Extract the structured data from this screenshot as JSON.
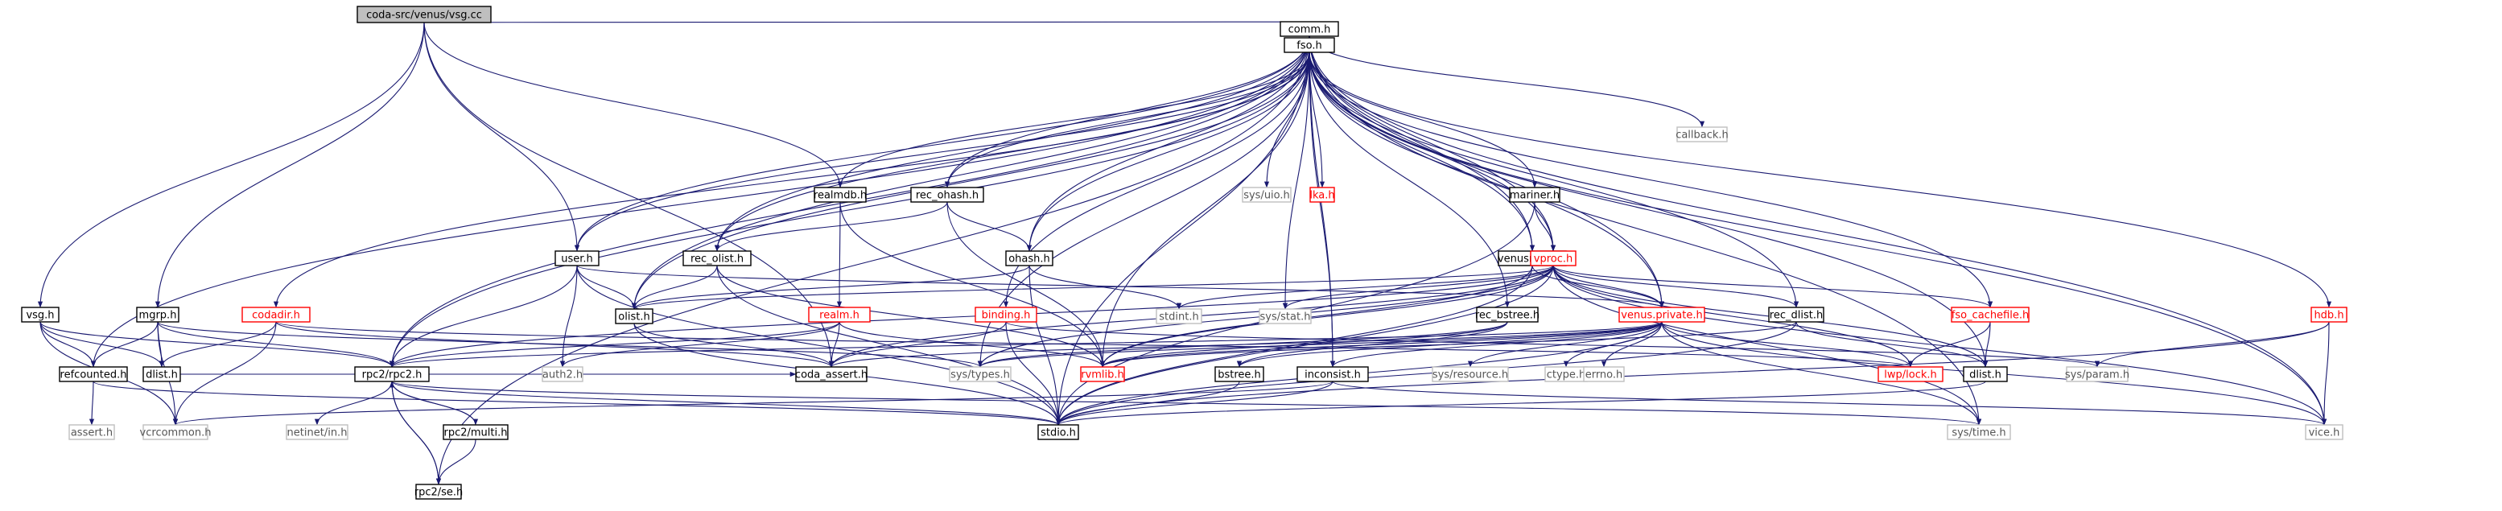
{
  "graph": {
    "colors": {
      "edge": "#191970",
      "border_normal": "#000000",
      "border_partial": "#ff0000",
      "border_external": "#bfbfbf",
      "root_fill": "#bfbfbf",
      "text_normal": "#000000",
      "text_partial": "#ff0000",
      "text_external": "#555555"
    },
    "nodes": [
      {
        "id": "root",
        "label": "coda-src/venus/vsg.cc",
        "kind": "root"
      },
      {
        "id": "comm",
        "label": "comm.h",
        "kind": "normal"
      },
      {
        "id": "fso",
        "label": "fso.h",
        "kind": "normal"
      },
      {
        "id": "callback",
        "label": "callback.h",
        "kind": "external"
      },
      {
        "id": "sysuio",
        "label": "sys/uio.h",
        "kind": "external"
      },
      {
        "id": "lka",
        "label": "lka.h",
        "kind": "partial"
      },
      {
        "id": "realmdb",
        "label": "realmdb.h",
        "kind": "normal"
      },
      {
        "id": "rec_ohash",
        "label": "rec_ohash.h",
        "kind": "normal"
      },
      {
        "id": "mariner",
        "label": "mariner.h",
        "kind": "normal"
      },
      {
        "id": "user",
        "label": "user.h",
        "kind": "normal"
      },
      {
        "id": "rec_olist",
        "label": "rec_olist.h",
        "kind": "normal"
      },
      {
        "id": "ohash",
        "label": "ohash.h",
        "kind": "normal"
      },
      {
        "id": "venusrecov",
        "label": "venusrecov.h",
        "kind": "normal"
      },
      {
        "id": "vproc",
        "label": "vproc.h",
        "kind": "partial"
      },
      {
        "id": "vsg",
        "label": "vsg.h",
        "kind": "normal"
      },
      {
        "id": "mgrp",
        "label": "mgrp.h",
        "kind": "normal"
      },
      {
        "id": "codadir",
        "label": "codadir.h",
        "kind": "partial"
      },
      {
        "id": "realm",
        "label": "realm.h",
        "kind": "partial"
      },
      {
        "id": "binding",
        "label": "binding.h",
        "kind": "partial"
      },
      {
        "id": "olist",
        "label": "olist.h",
        "kind": "normal"
      },
      {
        "id": "stdint",
        "label": "stdint.h",
        "kind": "external"
      },
      {
        "id": "sysstat",
        "label": "sys/stat.h",
        "kind": "external"
      },
      {
        "id": "rec_bstree",
        "label": "rec_bstree.h",
        "kind": "normal"
      },
      {
        "id": "venus_private",
        "label": "venus.private.h",
        "kind": "partial"
      },
      {
        "id": "rec_dlist",
        "label": "rec_dlist.h",
        "kind": "normal"
      },
      {
        "id": "fso_cachefile",
        "label": "fso_cachefile.h",
        "kind": "partial"
      },
      {
        "id": "hdb",
        "label": "hdb.h",
        "kind": "partial"
      },
      {
        "id": "refcounted",
        "label": "refcounted.h",
        "kind": "normal"
      },
      {
        "id": "dlist",
        "label": "dlist.h",
        "kind": "normal"
      },
      {
        "id": "rpc2",
        "label": "rpc2/rpc2.h",
        "kind": "normal"
      },
      {
        "id": "auth2",
        "label": "auth2.h",
        "kind": "external"
      },
      {
        "id": "coda_assert",
        "label": "coda_assert.h",
        "kind": "normal"
      },
      {
        "id": "systypes",
        "label": "sys/types.h",
        "kind": "external"
      },
      {
        "id": "rvmlib",
        "label": "rvmlib.h",
        "kind": "partial"
      },
      {
        "id": "bstree",
        "label": "bstree.h",
        "kind": "normal"
      },
      {
        "id": "inconsist",
        "label": "inconsist.h",
        "kind": "normal"
      },
      {
        "id": "sysresource",
        "label": "sys/resource.h",
        "kind": "external"
      },
      {
        "id": "ctype",
        "label": "ctype.h",
        "kind": "external"
      },
      {
        "id": "errno",
        "label": "errno.h",
        "kind": "external"
      },
      {
        "id": "lwplock",
        "label": "lwp/lock.h",
        "kind": "partial"
      },
      {
        "id": "dlist2",
        "label": "dlist.h",
        "kind": "normal"
      },
      {
        "id": "sysparam",
        "label": "sys/param.h",
        "kind": "external"
      },
      {
        "id": "assert",
        "label": "assert.h",
        "kind": "external"
      },
      {
        "id": "vcrcommon",
        "label": "vcrcommon.h",
        "kind": "external"
      },
      {
        "id": "netinet",
        "label": "netinet/in.h",
        "kind": "external"
      },
      {
        "id": "multi",
        "label": "rpc2/multi.h",
        "kind": "normal"
      },
      {
        "id": "stdio",
        "label": "stdio.h",
        "kind": "normal"
      },
      {
        "id": "systime",
        "label": "sys/time.h",
        "kind": "external"
      },
      {
        "id": "vice",
        "label": "vice.h",
        "kind": "external"
      },
      {
        "id": "se",
        "label": "rpc2/se.h",
        "kind": "normal"
      }
    ],
    "edges": [
      [
        "root",
        "comm"
      ],
      [
        "root",
        "vsg"
      ],
      [
        "root",
        "mgrp"
      ],
      [
        "root",
        "user"
      ],
      [
        "root",
        "realmdb"
      ],
      [
        "root",
        "coda_assert"
      ],
      [
        "comm",
        "fso"
      ],
      [
        "comm",
        "callback"
      ],
      [
        "comm",
        "rpc2"
      ],
      [
        "comm",
        "vproc"
      ],
      [
        "comm",
        "venusrecov"
      ],
      [
        "comm",
        "ohash"
      ],
      [
        "comm",
        "rec_ohash"
      ],
      [
        "comm",
        "rec_olist"
      ],
      [
        "comm",
        "olist"
      ],
      [
        "comm",
        "refcounted"
      ],
      [
        "comm",
        "stdio"
      ],
      [
        "comm",
        "inconsist"
      ],
      [
        "comm",
        "vice"
      ],
      [
        "comm",
        "systime"
      ],
      [
        "comm",
        "se"
      ],
      [
        "comm",
        "venus_private"
      ],
      [
        "fso",
        "comm"
      ],
      [
        "fso",
        "sysuio"
      ],
      [
        "fso",
        "lka"
      ],
      [
        "fso",
        "realmdb"
      ],
      [
        "fso",
        "rec_ohash"
      ],
      [
        "fso",
        "mariner"
      ],
      [
        "fso",
        "user"
      ],
      [
        "fso",
        "rec_olist"
      ],
      [
        "fso",
        "ohash"
      ],
      [
        "fso",
        "venusrecov"
      ],
      [
        "fso",
        "vproc"
      ],
      [
        "fso",
        "codadir"
      ],
      [
        "fso",
        "binding"
      ],
      [
        "fso",
        "olist"
      ],
      [
        "fso",
        "sysstat"
      ],
      [
        "fso",
        "rec_bstree"
      ],
      [
        "fso",
        "venus_private"
      ],
      [
        "fso",
        "rec_dlist"
      ],
      [
        "fso",
        "fso_cachefile"
      ],
      [
        "fso",
        "hdb"
      ],
      [
        "fso",
        "rpc2"
      ],
      [
        "fso",
        "dlist2"
      ],
      [
        "fso",
        "vice"
      ],
      [
        "fso",
        "inconsist"
      ],
      [
        "fso",
        "systypes"
      ],
      [
        "fso",
        "rvmlib"
      ],
      [
        "realmdb",
        "realm"
      ],
      [
        "realmdb",
        "rvmlib"
      ],
      [
        "rec_ohash",
        "rec_olist"
      ],
      [
        "rec_ohash",
        "ohash"
      ],
      [
        "rec_ohash",
        "rvmlib"
      ],
      [
        "mariner",
        "vproc"
      ],
      [
        "mariner",
        "stdio"
      ],
      [
        "user",
        "rpc2"
      ],
      [
        "user",
        "olist"
      ],
      [
        "user",
        "auth2"
      ],
      [
        "user",
        "venus_private"
      ],
      [
        "user",
        "stdio"
      ],
      [
        "user",
        "comm"
      ],
      [
        "rec_olist",
        "olist"
      ],
      [
        "rec_olist",
        "rvmlib"
      ],
      [
        "rec_olist",
        "stdio"
      ],
      [
        "ohash",
        "olist"
      ],
      [
        "ohash",
        "stdint"
      ],
      [
        "ohash",
        "stdio"
      ],
      [
        "venusrecov",
        "venus_private"
      ],
      [
        "venusrecov",
        "rvmlib"
      ],
      [
        "venusrecov",
        "stdio"
      ],
      [
        "vproc",
        "venus_private"
      ],
      [
        "vproc",
        "olist"
      ],
      [
        "vproc",
        "rec_dlist"
      ],
      [
        "vproc",
        "fso_cachefile"
      ],
      [
        "vproc",
        "lwplock"
      ],
      [
        "vproc",
        "rpc2"
      ],
      [
        "vproc",
        "dlist2"
      ],
      [
        "vproc",
        "stdio"
      ],
      [
        "vproc",
        "systypes"
      ],
      [
        "vproc",
        "rvmlib"
      ],
      [
        "vproc",
        "vice"
      ],
      [
        "vproc",
        "sysstat"
      ],
      [
        "vproc",
        "stdint"
      ],
      [
        "vproc",
        "systime"
      ],
      [
        "vproc",
        "coda_assert"
      ],
      [
        "vsg",
        "refcounted"
      ],
      [
        "vsg",
        "dlist"
      ],
      [
        "vsg",
        "rpc2"
      ],
      [
        "vsg",
        "vcrcommon"
      ],
      [
        "mgrp",
        "refcounted"
      ],
      [
        "mgrp",
        "dlist"
      ],
      [
        "mgrp",
        "rpc2"
      ],
      [
        "mgrp",
        "vcrcommon"
      ],
      [
        "mgrp",
        "systypes"
      ],
      [
        "codadir",
        "dlist"
      ],
      [
        "codadir",
        "vcrcommon"
      ],
      [
        "codadir",
        "coda_assert"
      ],
      [
        "codadir",
        "lwplock"
      ],
      [
        "realm",
        "auth2"
      ],
      [
        "realm",
        "rpc2"
      ],
      [
        "realm",
        "coda_assert"
      ],
      [
        "realm",
        "rvmlib"
      ],
      [
        "binding",
        "coda_assert"
      ],
      [
        "binding",
        "stdio"
      ],
      [
        "binding",
        "sysparam"
      ],
      [
        "olist",
        "stdio"
      ],
      [
        "olist",
        "coda_assert"
      ],
      [
        "rec_bstree",
        "bstree"
      ],
      [
        "rec_bstree",
        "rvmlib"
      ],
      [
        "rec_bstree",
        "systypes"
      ],
      [
        "venus_private",
        "systypes"
      ],
      [
        "venus_private",
        "coda_assert"
      ],
      [
        "venus_private",
        "sysresource"
      ],
      [
        "venus_private",
        "ctype"
      ],
      [
        "venus_private",
        "errno"
      ],
      [
        "venus_private",
        "lwplock"
      ],
      [
        "venus_private",
        "stdio"
      ],
      [
        "venus_private",
        "systime"
      ],
      [
        "venus_private",
        "vice"
      ],
      [
        "venus_private",
        "inconsist"
      ],
      [
        "venus_private",
        "bstree"
      ],
      [
        "venus_private",
        "rvmlib"
      ],
      [
        "venus_private",
        "rpc2"
      ],
      [
        "rec_dlist",
        "dlist2"
      ],
      [
        "rec_dlist",
        "rvmlib"
      ],
      [
        "rec_dlist",
        "stdio"
      ],
      [
        "fso_cachefile",
        "lwplock"
      ],
      [
        "fso_cachefile",
        "dlist2"
      ],
      [
        "hdb",
        "sysparam"
      ],
      [
        "hdb",
        "vice"
      ],
      [
        "hdb",
        "stdio"
      ],
      [
        "refcounted",
        "assert"
      ],
      [
        "refcounted",
        "stdio"
      ],
      [
        "dlist",
        "coda_assert"
      ],
      [
        "rpc2",
        "netinet"
      ],
      [
        "rpc2",
        "multi"
      ],
      [
        "rpc2",
        "se"
      ],
      [
        "rpc2",
        "stdio"
      ],
      [
        "rpc2",
        "systime"
      ],
      [
        "bstree",
        "stdio"
      ],
      [
        "inconsist",
        "stdio"
      ],
      [
        "inconsist",
        "vice"
      ],
      [
        "inconsist",
        "vcrcommon"
      ],
      [
        "dlist2",
        "stdio"
      ],
      [
        "multi",
        "rpc2"
      ],
      [
        "multi",
        "se"
      ],
      [
        "se",
        "rpc2"
      ]
    ]
  }
}
